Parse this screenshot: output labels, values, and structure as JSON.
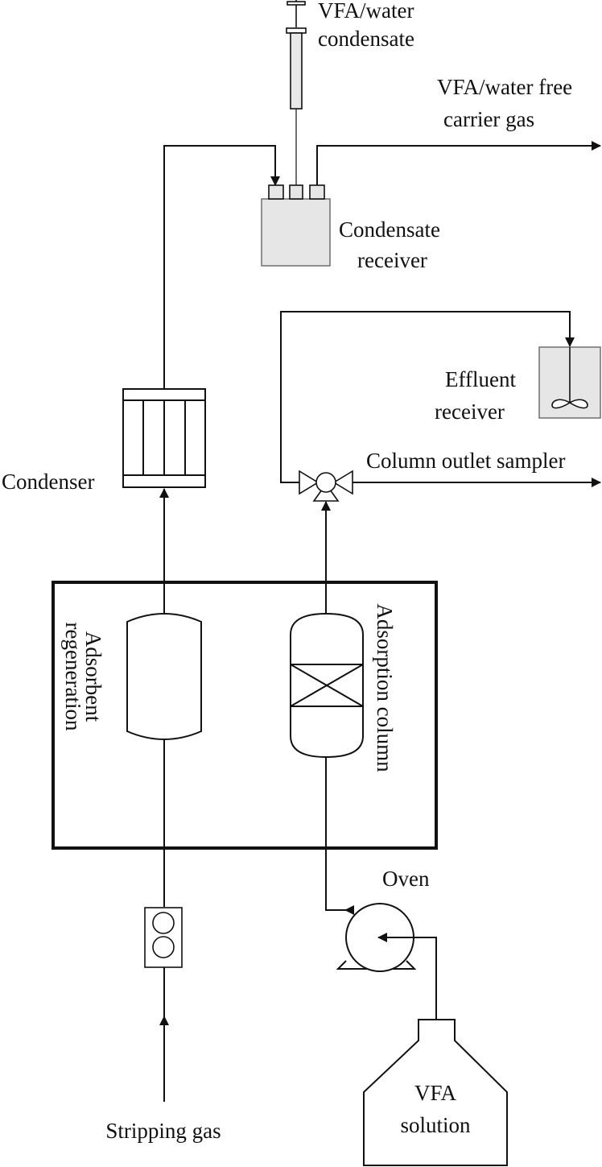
{
  "colors": {
    "line": "#111111",
    "vessel_fill": "#ffffff",
    "receiver_fill": "#e6e6e6",
    "background": "#ffffff"
  },
  "icons": [
    "syringe-icon",
    "condensate-receiver-icon",
    "condenser-icon",
    "three-way-valve-icon",
    "stirred-tank-icon",
    "pump-icon",
    "flow-meter-icon",
    "reservoir-bottle-icon",
    "flow-arrow-icon"
  ],
  "labels": {
    "vfa_water_condensate": [
      "VFA/water",
      "condensate"
    ],
    "vfa_water_free_carrier_gas": [
      "VFA/water free",
      "carrier gas"
    ],
    "condensate_receiver": [
      "Condensate",
      "receiver"
    ],
    "effluent_receiver": [
      "Effluent",
      "receiver"
    ],
    "column_outlet_sampler": "Column outlet sampler",
    "condenser": "Condenser",
    "adsorbent_regeneration": [
      "Adsorbent",
      "regeneration"
    ],
    "adsorption_column": "Adsorption column",
    "oven": "Oven",
    "vfa_solution": [
      "VFA",
      "solution"
    ],
    "stripping_gas": "Stripping gas"
  }
}
